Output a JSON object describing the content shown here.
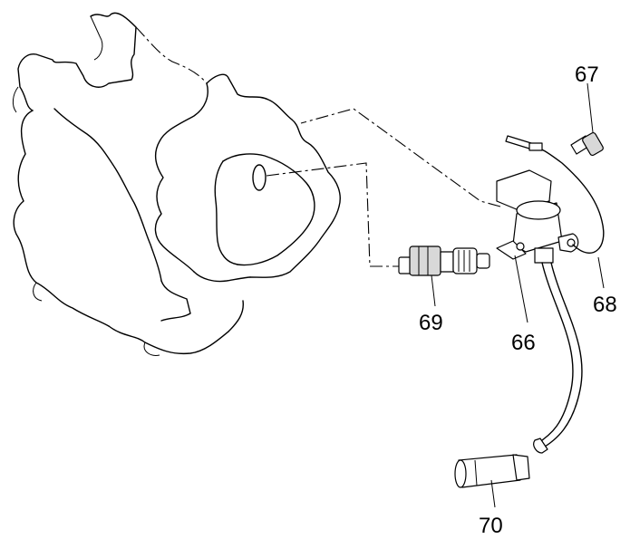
{
  "callouts": {
    "c66": "66",
    "c67": "67",
    "c68": "68",
    "c69": "69",
    "c70": "70"
  }
}
